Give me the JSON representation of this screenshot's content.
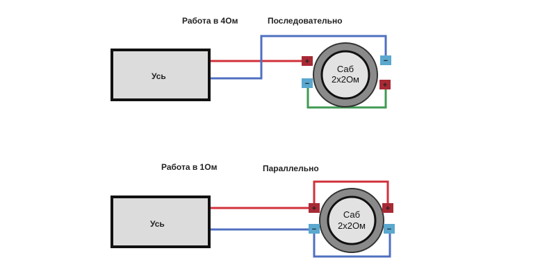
{
  "top": {
    "mode_label": "Работа в 4Ом",
    "connection_label": "Последовательно",
    "amp_label": "Усь",
    "speaker_line1": "Саб",
    "speaker_line2": "2х2Ом"
  },
  "bottom": {
    "mode_label": "Работа в 1Ом",
    "connection_label": "Параллельно",
    "amp_label": "Усь",
    "speaker_line1": "Саб",
    "speaker_line2": "2х2Ом"
  },
  "signs": {
    "plus": "+",
    "minus": "−"
  },
  "colors": {
    "positive_wire": "#d2303a",
    "negative_wire": "#4f6fc0",
    "bridge_wire": "#3f9a52",
    "positive_terminal": "#a82a35",
    "negative_terminal": "#5aa8cf",
    "amp_fill": "#dcdcdc",
    "ring": "#8a8a8a",
    "cone": "#e2e2e2"
  }
}
